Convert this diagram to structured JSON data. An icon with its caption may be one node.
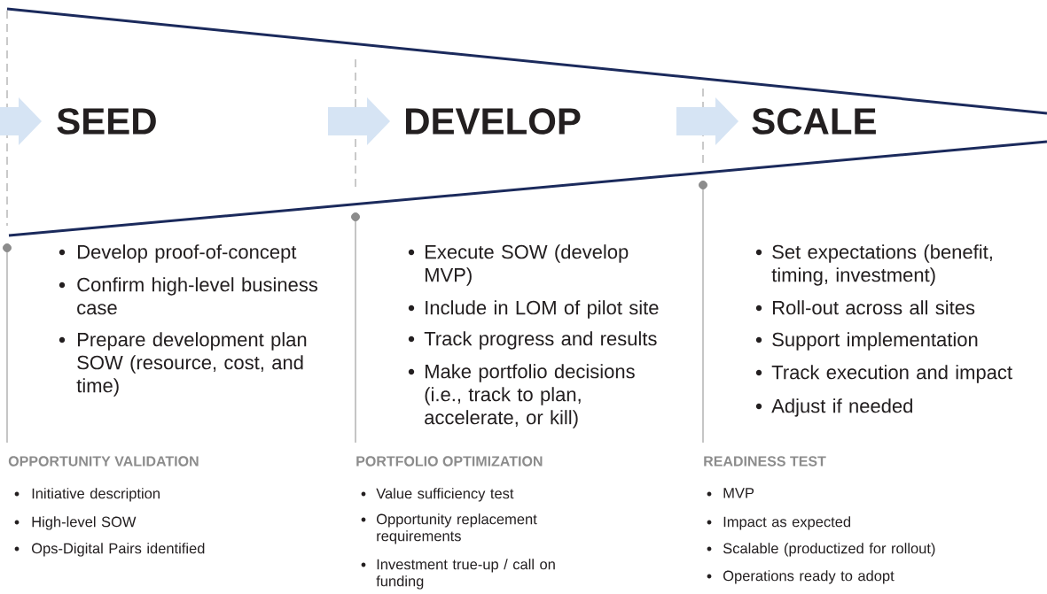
{
  "diagram": {
    "labels": [
      "SEED",
      "DEVELOP",
      "SCALE",
      "Develop proof-of-concept",
      "Confirm high-level business case",
      "Prepare development plan SOW (resource, cost, and time)",
      "Execute SOW (develop MVP)",
      "Include in LOM of pilot site",
      "Track progress and results",
      "Make portfolio decisions (i.e., track to plan, accelerate, or kill)",
      "Set expectations (benefit, timing, investment)",
      "Roll-out across all sites",
      "Support implementation",
      "Track execution and impact",
      "Adjust if needed",
      "OPPORTUNITY VALIDATION",
      "Initiative description",
      "High-level SOW",
      "Ops-Digital Pairs identified",
      "PORTFOLIO OPTIMIZATION",
      "Value sufficiency test",
      "Opportunity replacement requirements",
      "Investment true-up / call on funding",
      "READINESS TEST",
      "MVP",
      "Impact as expected",
      "Scalable (productized for rollout)",
      "Operations ready to adopt"
    ]
  }
}
